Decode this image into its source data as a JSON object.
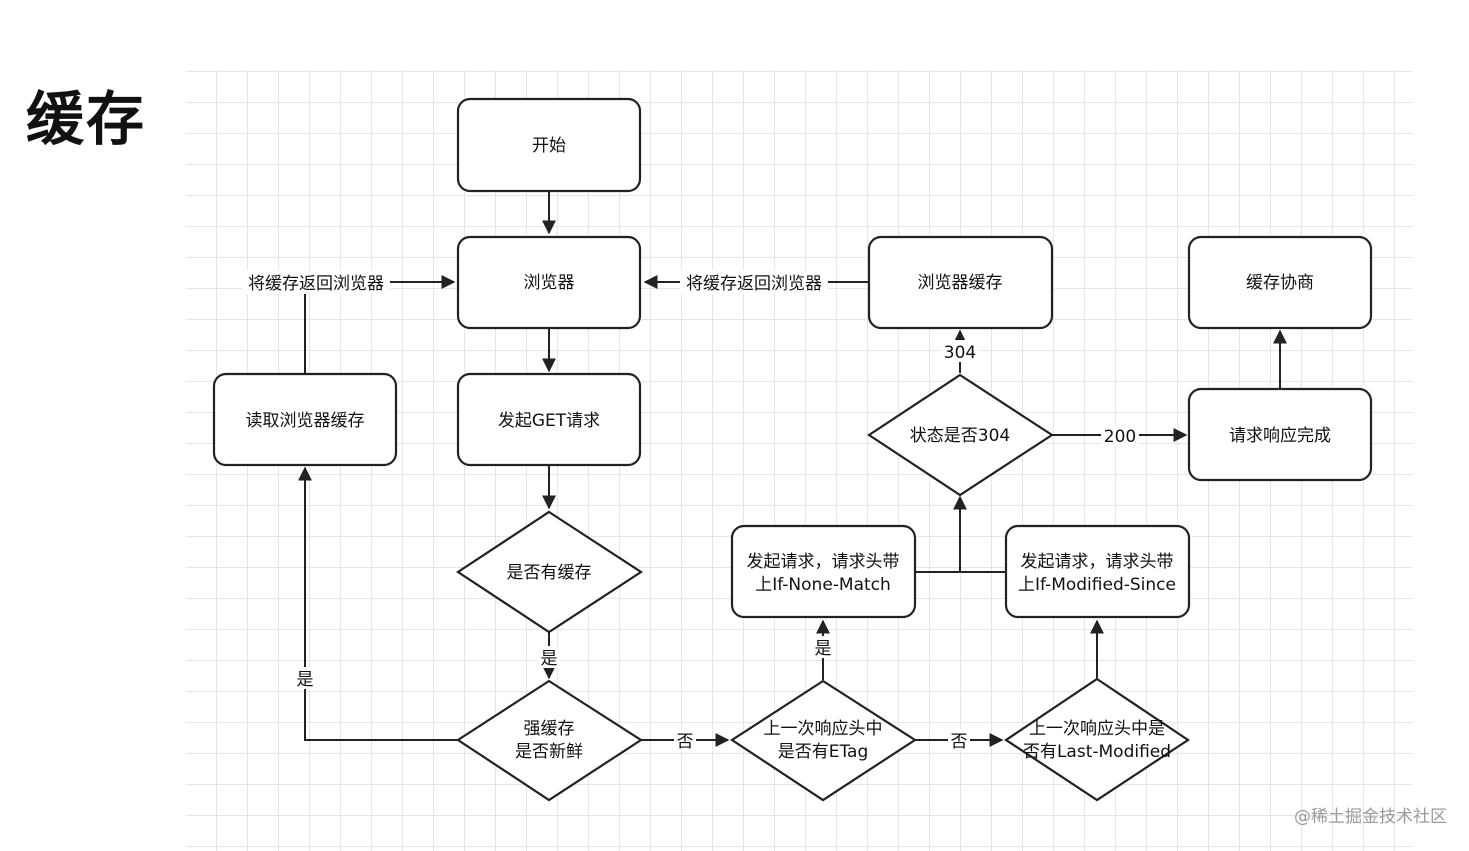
{
  "title": "缓存",
  "watermark": "@稀土掘金技术社区",
  "diagram": {
    "nodes": {
      "start": "开始",
      "browser": "浏览器",
      "get_request": "发起GET请求",
      "read_cache": "读取浏览器缓存",
      "has_cache": "是否有缓存",
      "strong_cache": [
        "强缓存",
        "是否新鲜"
      ],
      "has_etag": [
        "上一次响应头中",
        "是否有ETag"
      ],
      "has_last_modified": [
        "上一次响应头中是",
        "否有Last-Modified"
      ],
      "req_if_none_match": [
        "发起请求，请求头带",
        "上If-None-Match"
      ],
      "req_if_modified_since": [
        "发起请求，请求头带",
        "上If-Modified-Since"
      ],
      "is_304": "状态是否304",
      "browser_cache": "浏览器缓存",
      "request_complete": "请求响应完成",
      "negotiation_cache": "缓存协商"
    },
    "edge_labels": {
      "return_to_browser_left": "将缓存返回浏览器",
      "return_to_browser_right": "将缓存返回浏览器",
      "yes_has_cache": "是",
      "yes_fresh": "是",
      "no_not_fresh": "否",
      "yes_etag": "是",
      "no_etag": "否",
      "status_304": "304",
      "status_200": "200"
    }
  }
}
